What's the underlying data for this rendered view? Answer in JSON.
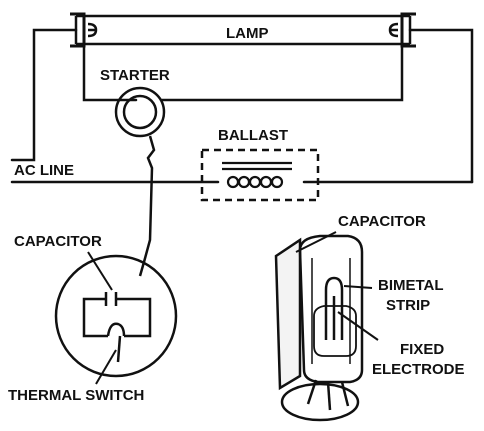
{
  "labels": {
    "lamp": "LAMP",
    "starter": "STARTER",
    "ballast": "BALLAST",
    "ac_line": "AC LINE",
    "capacitor_left": "CAPACITOR",
    "thermal_switch": "THERMAL SWITCH",
    "capacitor_right": "CAPACITOR",
    "bimetal_strip_1": "BIMETAL",
    "bimetal_strip_2": "STRIP",
    "fixed_electrode_1": "FIXED",
    "fixed_electrode_2": "ELECTRODE"
  }
}
